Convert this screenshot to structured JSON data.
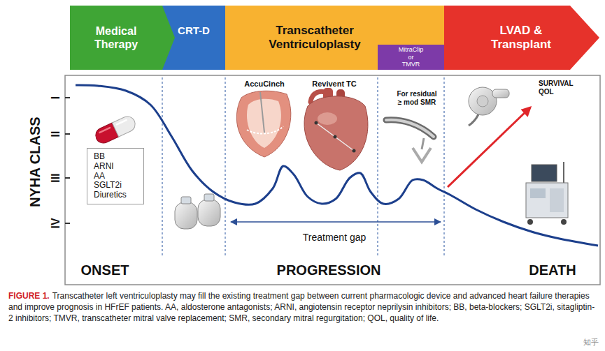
{
  "diagram": {
    "caption": "Transcatheter left ventriculoplasty may fill the existing treatment gap between current pharmacologic device and advanced heart failure therapies and improve prognosis in HFrEF patients. AA, aldosterone antagonists; ARNI, angiotensin receptor neprilysin inhibitors; BB, beta-blockers; SGLT2i, sitagliptin-2 inhibitors; TMVR, transcatheter mitral valve replacement; SMR, secondary mitral regurgitation; QOL, quality of life.",
    "nodes": [
      {
        "text": [
          "Medical Therapy"
        ]
      },
      {
        "text": [
          "CRT-D"
        ]
      },
      {
        "text": [
          "Transcatheter Ventriculoplasty"
        ]
      },
      {
        "text": [
          "MitraClip or TMVR"
        ],
        "in": 2
      },
      {
        "text": [
          "LVAD & Transplant"
        ]
      },
      {
        "text": [
          "BB ARNI AA SGLT2i Diuretics"
        ]
      }
    ],
    "labels": [
      "NYHA CLASS",
      "I",
      "II",
      "III",
      "IV",
      "AccuCinch",
      "Revivent TC",
      "For residual ≥ mod SMR",
      "SURVIVAL QOL",
      "Treatment gap",
      "ONSET",
      "PROGRESSION",
      "DEATH",
      "FIGURE 1.",
      "知乎"
    ]
  }
}
